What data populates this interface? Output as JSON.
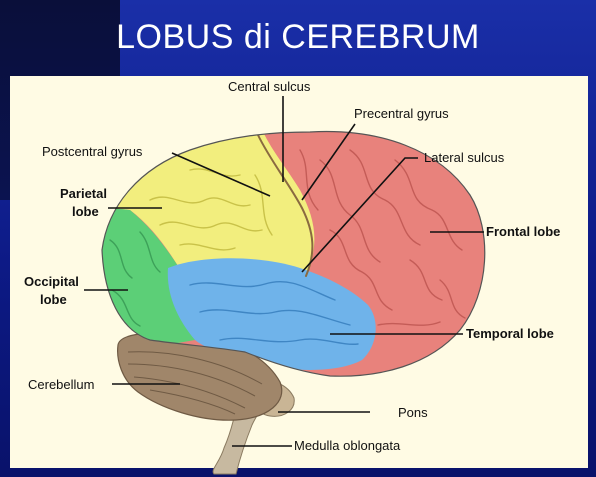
{
  "title": "LOBUS  di CEREBRUM",
  "labels": {
    "central_sulcus": "Central sulcus",
    "precentral_gyrus": "Precentral gyrus",
    "postcentral_gyrus": "Postcentral gyrus",
    "lateral_sulcus": "Lateral sulcus",
    "parietal_line1": "Parietal",
    "parietal_line2": "lobe",
    "frontal_lobe": "Frontal lobe",
    "occipital_line1": "Occipital",
    "occipital_line2": "lobe",
    "temporal_lobe": "Temporal lobe",
    "cerebellum": "Cerebellum",
    "pons": "Pons",
    "medulla": "Medulla oblongata"
  },
  "colors": {
    "frontal": "#e8827c",
    "parietal": "#f2ee7e",
    "occipital": "#5ccf77",
    "temporal": "#6fb3ea",
    "cerebellum": "#a0866a",
    "brainstem": "#c7b9a0",
    "panel": "#fffbe4",
    "background": "#13249a"
  }
}
